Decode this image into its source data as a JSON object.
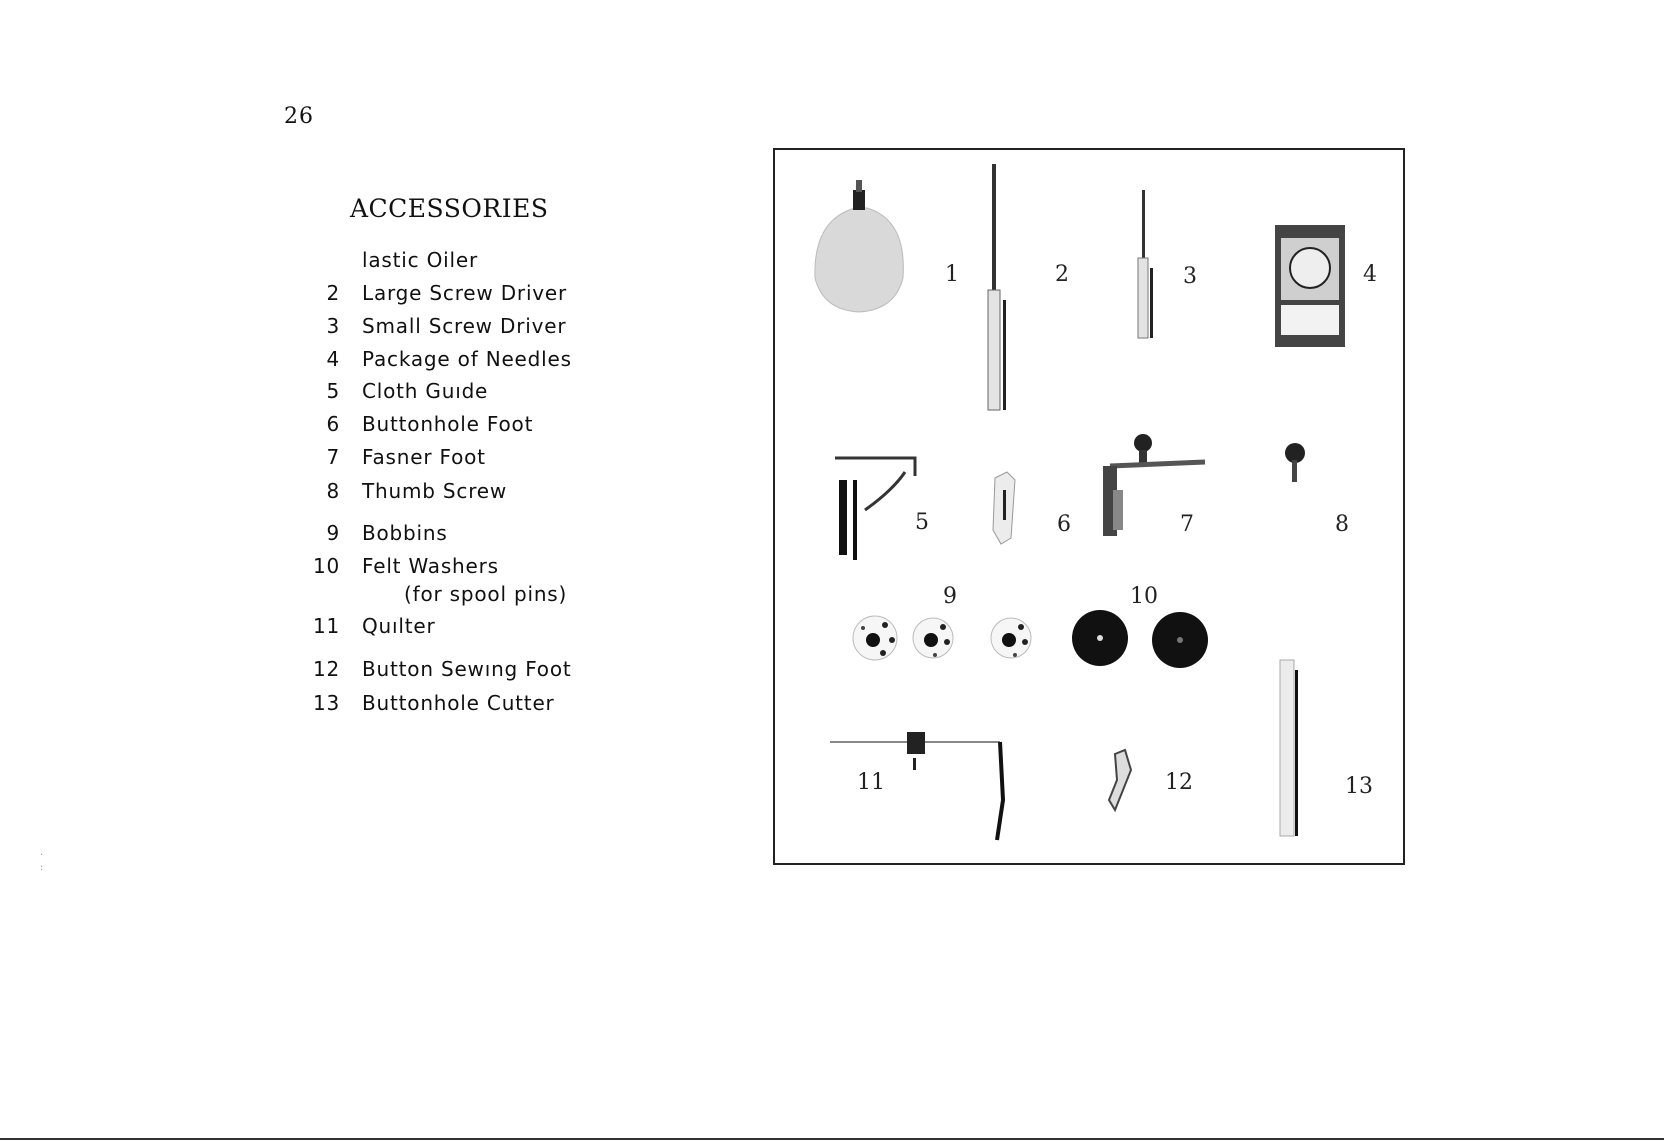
{
  "page": {
    "number": "26"
  },
  "heading": "ACCESSORIES",
  "items": [
    {
      "num": "",
      "label": "lastic Oiler"
    },
    {
      "num": "2",
      "label": "Large Screw Driver"
    },
    {
      "num": "3",
      "label": "Small Screw Driver"
    },
    {
      "num": "4",
      "label": "Package of Needles"
    },
    {
      "num": "5",
      "label": "Cloth Guıde"
    },
    {
      "num": "6",
      "label": "Buttonhole Foot"
    },
    {
      "num": "7",
      "label": "Fasner Foot"
    },
    {
      "num": "8",
      "label": "Thumb Screw"
    },
    {
      "num": "9",
      "label": "Bobbins"
    },
    {
      "num": "10",
      "label": "Felt Washers"
    },
    {
      "num": "11",
      "label": "Quılter"
    },
    {
      "num": "12",
      "label": "Button Sewıng Foot"
    },
    {
      "num": "13",
      "label": "Buttonhole Cutter"
    }
  ],
  "subnote": "(for spool pins)",
  "figure_labels": {
    "l1": "1",
    "l2": "2",
    "l3": "3",
    "l4": "4",
    "l5": "5",
    "l6": "6",
    "l7": "7",
    "l8": "8",
    "l9": "9",
    "l10": "10",
    "l11": "11",
    "l12": "12",
    "l13": "13"
  }
}
